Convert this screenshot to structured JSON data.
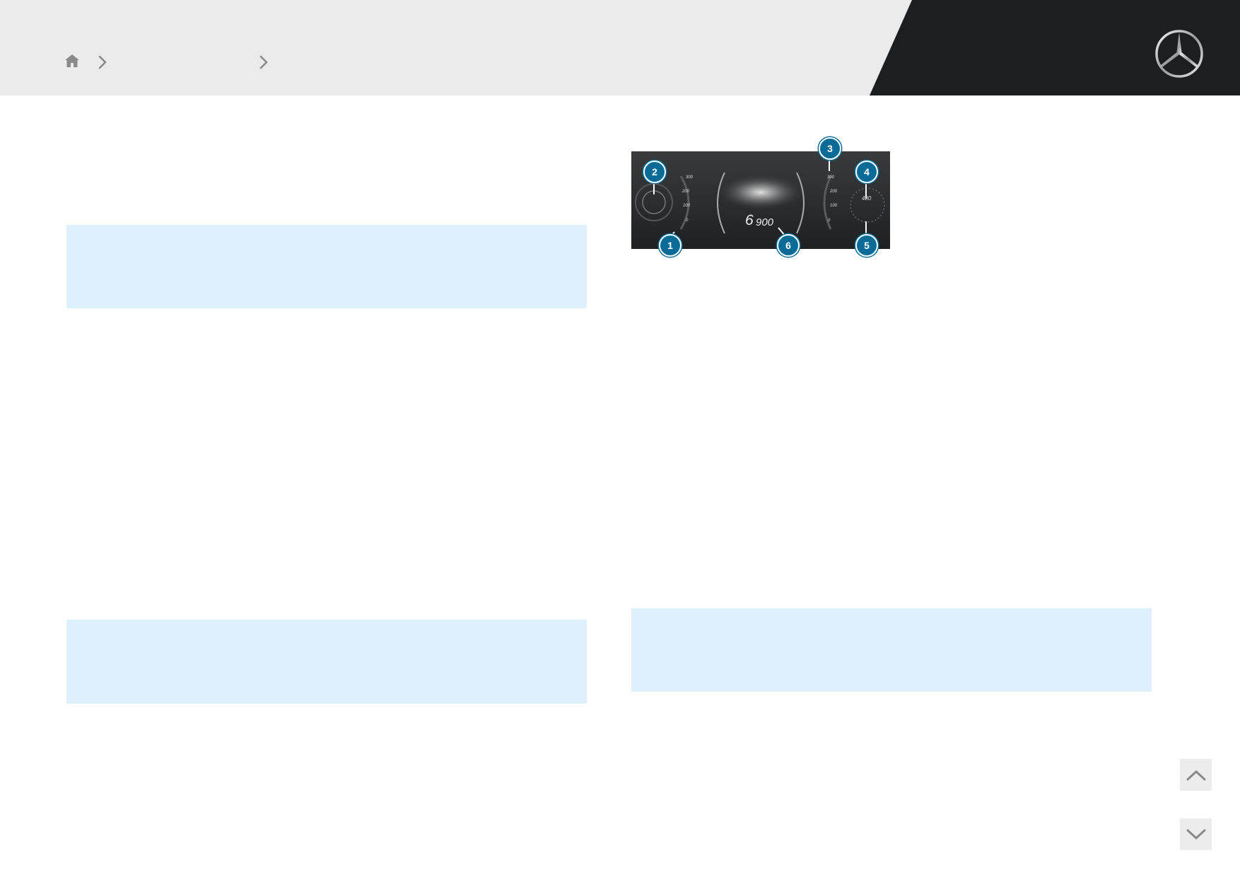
{
  "header": {
    "breadcrumb": {
      "home_icon": "home-icon",
      "separator_icon": "chevron-right-icon",
      "items": []
    },
    "logo_icon": "mercedes-star-icon",
    "colors": {
      "header_bg": "#ebebeb",
      "header_dark": "#1d1e20"
    }
  },
  "note_color": "#dff0fd",
  "cluster": {
    "left_gauge_ticks": [
      "300",
      "200",
      "100",
      "0"
    ],
    "right_gauge_ticks": [
      "300",
      "200",
      "100",
      "0"
    ],
    "center_reading_major": "6",
    "center_reading_minor": "900",
    "dial_reading": "480",
    "callouts": [
      "1",
      "2",
      "3",
      "4",
      "5",
      "6"
    ],
    "callout_color": "#0a6c96"
  },
  "nav": {
    "up_icon": "chevron-up-icon",
    "down_icon": "chevron-down-icon"
  }
}
